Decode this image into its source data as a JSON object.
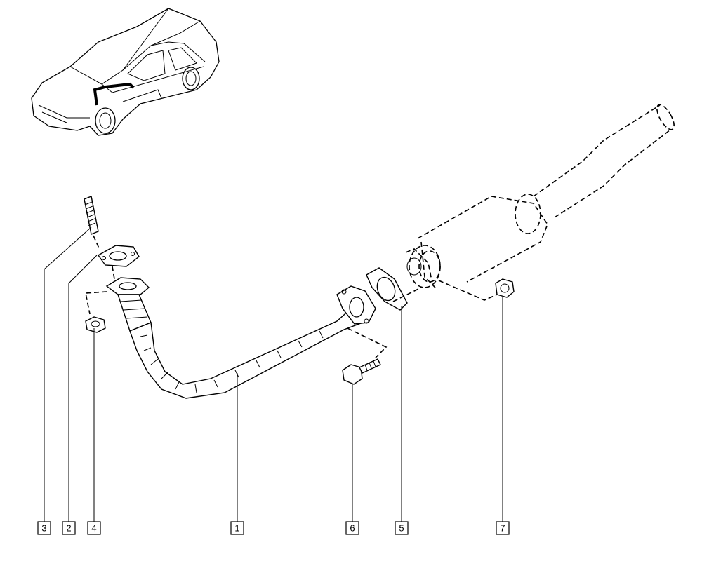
{
  "diagram": {
    "callouts": [
      {
        "id": "3",
        "label": "3"
      },
      {
        "id": "2",
        "label": "2"
      },
      {
        "id": "4",
        "label": "4"
      },
      {
        "id": "1",
        "label": "1"
      },
      {
        "id": "6",
        "label": "6"
      },
      {
        "id": "5",
        "label": "5"
      },
      {
        "id": "7",
        "label": "7"
      }
    ],
    "parts": [
      {
        "ref": "1",
        "icon": "exhaust-downpipe-icon"
      },
      {
        "ref": "2",
        "icon": "manifold-gasket-icon"
      },
      {
        "ref": "3",
        "icon": "stud-bolt-icon"
      },
      {
        "ref": "4",
        "icon": "flange-nut-icon"
      },
      {
        "ref": "5",
        "icon": "flange-gasket-icon"
      },
      {
        "ref": "6",
        "icon": "hex-bolt-icon"
      },
      {
        "ref": "7",
        "icon": "hex-nut-icon"
      }
    ]
  }
}
